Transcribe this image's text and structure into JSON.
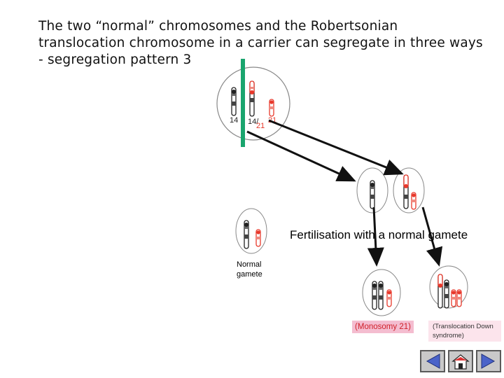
{
  "title": "The two “normal” chromosomes and the Robertsonian translocation chromosome in a carrier can segregate in three ways - segregation pattern 3",
  "carrier_cell": {
    "label_14": "14",
    "label_14_21": "14/",
    "label_21_sub": "21",
    "label_21": "21"
  },
  "fertilisation_label": "Fertilisation with a normal gamete",
  "normal_gamete_label": "Normal gamete",
  "outcomes": {
    "monosomy_label": "(Monosomy 21)",
    "translocation_label": "(Translocation Down syndrome)"
  },
  "colors": {
    "accent_bar": "#1aa56e",
    "chromosome_red": "#e8382b",
    "monosomy_box": "#f4bdd0",
    "arrow": "#111111"
  },
  "nav": {
    "back_icon": "triangle-left-icon",
    "forward_icon": "triangle-right-icon",
    "home_icon": "home-icon"
  }
}
